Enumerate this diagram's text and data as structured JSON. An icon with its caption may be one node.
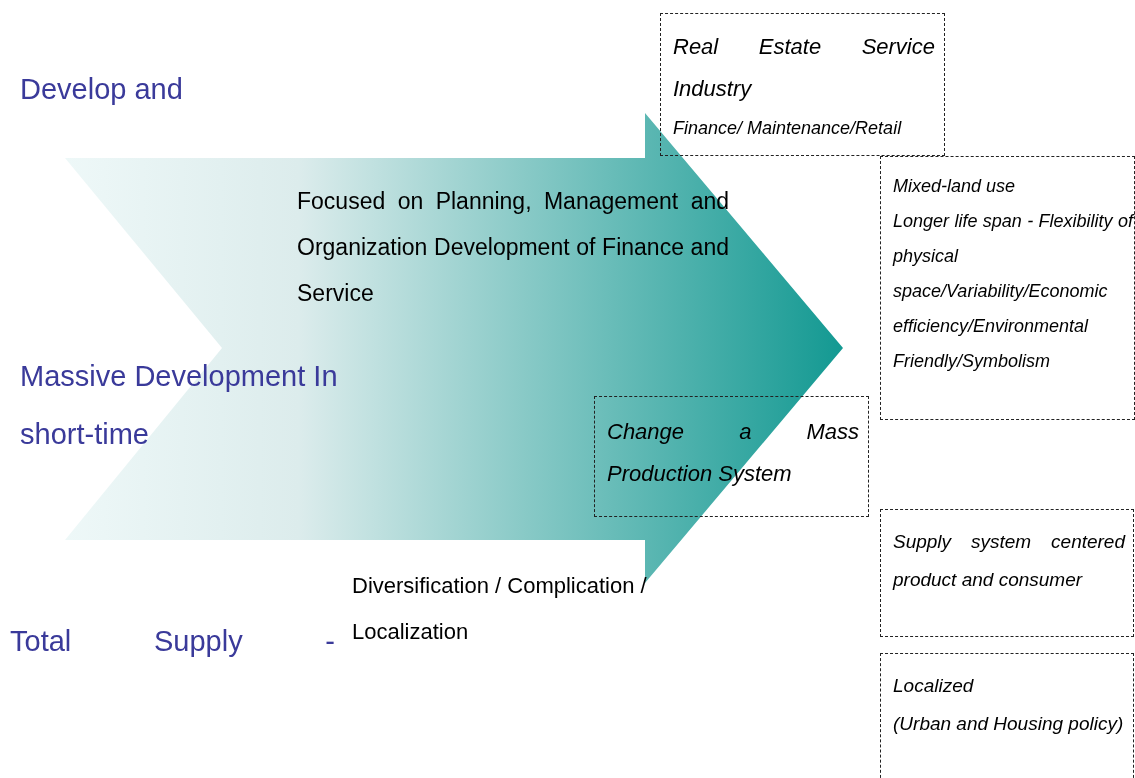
{
  "diagram": {
    "nodes": [
      {
        "text": [
          "Focused on Planning, Management and Organization Development of Finance and Service"
        ]
      },
      {
        "text": [
          "Real Estate Service Industry",
          "Finance/ Maintenance/Retail"
        ]
      },
      {
        "text": [
          "Mixed-land use",
          "Longer life span - Flexibility of physical space/Variability/Economic efficiency/Environmental Friendly/Symbolism"
        ]
      },
      {
        "text": [
          "Change a Mass Production System"
        ]
      },
      {
        "text": [
          "Supply system centered product and consumer"
        ]
      },
      {
        "text": [
          "Localized",
          "(Urban and Housing policy)"
        ]
      }
    ],
    "labels": [
      "Develop and",
      "Massive Development In short-time",
      "Total Supply -",
      "Diversification / Complication / Localization"
    ]
  }
}
